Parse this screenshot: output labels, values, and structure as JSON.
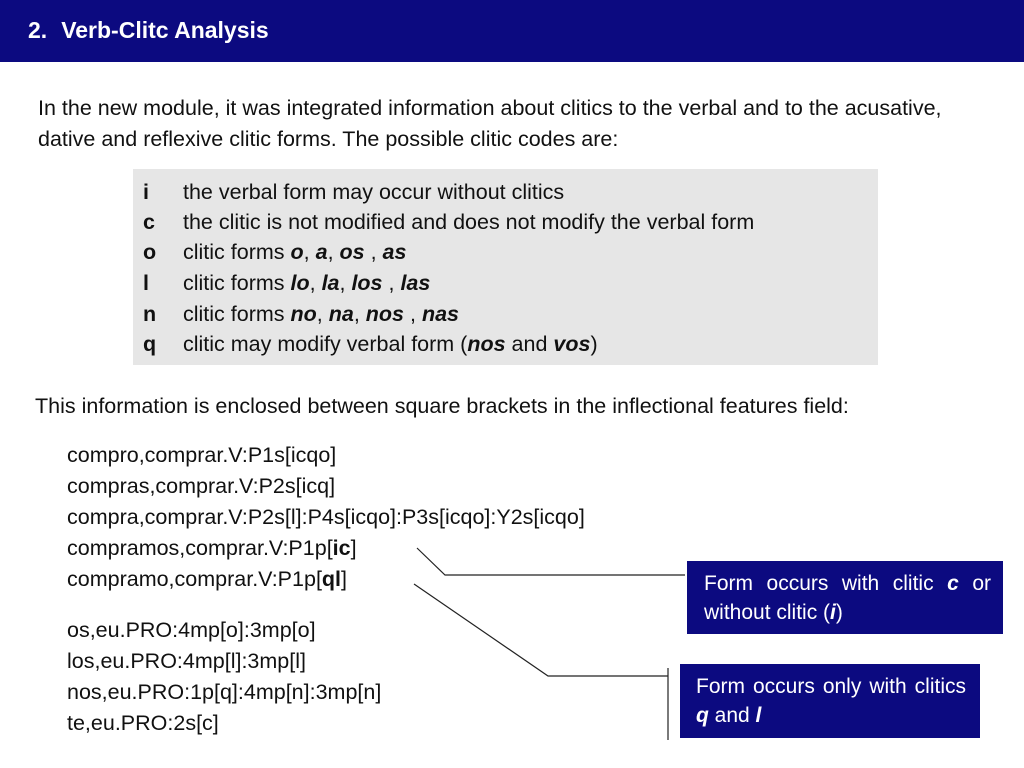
{
  "slide": {
    "number": "2.",
    "title": "Verb-Clitc Analysis"
  },
  "intro_text": "In the new module, it was integrated information about clitics to the verbal and to the acusative, dative and reflexive clitic forms. The possible clitic codes are:",
  "codes": [
    {
      "letter": "i",
      "desc": "the verbal form may occur without clitics"
    },
    {
      "letter": "c",
      "desc": "the clitic is not modified and does not modify the verbal form"
    },
    {
      "letter": "o",
      "prefix": "clitic forms ",
      "forms": [
        "o",
        "a",
        "os",
        "as"
      ]
    },
    {
      "letter": "l",
      "prefix": "clitic forms ",
      "forms": [
        "lo",
        "la",
        "los",
        "las"
      ]
    },
    {
      "letter": "n",
      "prefix": "clitic forms ",
      "forms": [
        "no",
        "na",
        "nos",
        "nas"
      ]
    },
    {
      "letter": "q",
      "prefix": "clitic may modify verbal form (",
      "form1": "nos",
      "mid": " and ",
      "form2": "vos",
      "suffix": ")"
    }
  ],
  "info_text": "This information is enclosed between square brackets in the inflectional features field:",
  "verb_entries": [
    {
      "pre": "compro,comprar.V:P1s[icqo]",
      "bold": "",
      "post": ""
    },
    {
      "pre": "compras,comprar.V:P2s[icq]",
      "bold": "",
      "post": ""
    },
    {
      "pre": "compra,comprar.V:P2s[l]:P4s[icqo]:P3s[icqo]:Y2s[icqo]",
      "bold": "",
      "post": ""
    },
    {
      "pre": "compramos,comprar.V:P1p[",
      "bold": "ic",
      "post": "]"
    },
    {
      "pre": "compramo,comprar.V:P1p[",
      "bold": "ql",
      "post": "]"
    }
  ],
  "pro_entries": [
    "os,eu.PRO:4mp[o]:3mp[o]",
    "los,eu.PRO:4mp[l]:3mp[l]",
    "nos,eu.PRO:1p[q]:4mp[n]:3mp[n]",
    "te,eu.PRO:2s[c]"
  ],
  "callout1": {
    "text1": "Form occurs with clitic ",
    "bold1": "c",
    "text2": " or without clitic (",
    "bold2": "i",
    "text3": ")"
  },
  "callout2": {
    "text1": "Form occurs only with clitics ",
    "bold1": "q",
    "text2": " and ",
    "bold2": "l",
    "text3": ""
  },
  "colors": {
    "accent": "#0c0a80",
    "box": "#e6e6e6"
  }
}
